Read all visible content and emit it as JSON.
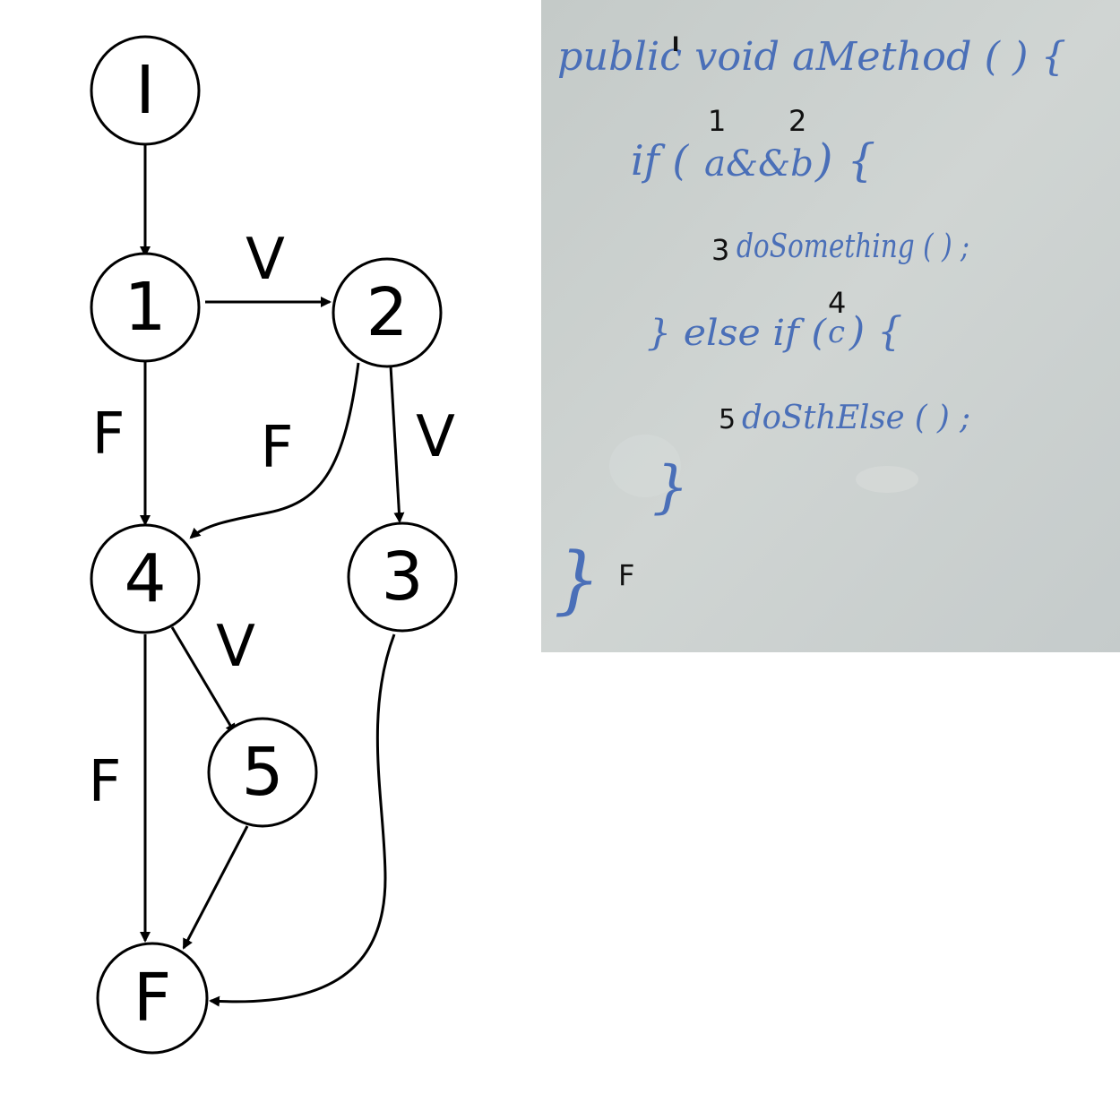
{
  "diagram": {
    "nodes": {
      "start": "I",
      "n1": "1",
      "n2": "2",
      "n3": "3",
      "n4": "4",
      "n5": "5",
      "end": "F"
    },
    "edge_labels": {
      "n1_n2": "V",
      "n1_n4": "F",
      "n2_n4": "F",
      "n2_n3": "V",
      "n4_n5": "V",
      "n4_end": "F"
    }
  },
  "whiteboard": {
    "code_lines": {
      "line1": "public void aMethod ( ) {",
      "line2_if": "if (",
      "line2_cond": "a&&b",
      "line2_close": ") {",
      "line3": "doSomething ( ) ;",
      "line4_else": "} else if (",
      "line4_cond": "c",
      "line4_close": ") {",
      "line5": "doSthElse ( ) ;",
      "line6": "}",
      "line7": "}"
    },
    "annotations": {
      "start": "I",
      "a": "1",
      "b": "2",
      "do_something": "3",
      "c": "4",
      "do_else": "5",
      "end": "F"
    },
    "colors": {
      "board": "#c9cfcd",
      "marker": "#4a6fb8"
    }
  }
}
